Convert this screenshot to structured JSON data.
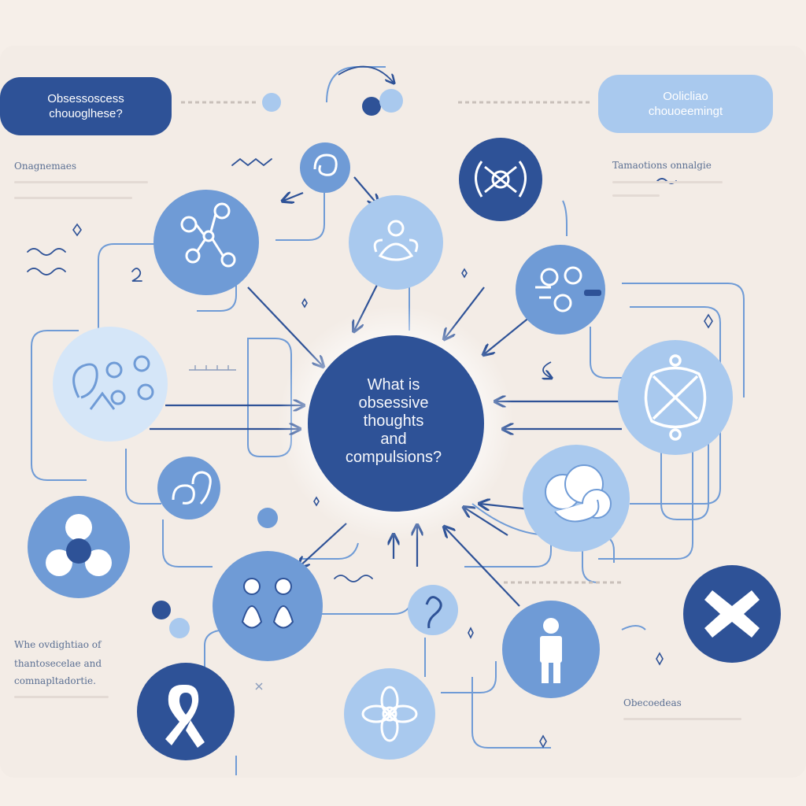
{
  "title": {
    "lines": [
      "What is",
      "obsessive",
      "thoughts",
      "and",
      "compulsions?"
    ]
  },
  "top_left_pill": {
    "line1": "Obsessoscess",
    "line2": "chouoglhese?"
  },
  "top_right_pill": {
    "line1": "Oolicliao",
    "line2": "chouoeemingt"
  },
  "left_label": "Onagnemaes",
  "right_label": "Tamaotions onnalgie",
  "bottom_left_note": {
    "line1": "Whe ovdightiao of",
    "line2": "thantosecelae and",
    "line3": "comnapltadortie."
  },
  "bottom_right_note": "Obecoedeas",
  "icons": [
    "network-icon",
    "knot-icon",
    "meditation-icon",
    "cross-brain-icon",
    "links-icon",
    "loop-node-icon",
    "puzzle-cross-icon",
    "flexible-link-icon",
    "cloud-brain-icon",
    "molecule-icon",
    "two-figures-icon",
    "ear-hook-icon",
    "person-icon",
    "x-mark-icon",
    "ribbon-icon",
    "flower-icon"
  ],
  "colors": {
    "dark_blue": "#2e5297",
    "mid_blue": "#6f9bd6",
    "light_blue": "#a9c9ee",
    "pale_blue": "#d5e6f8",
    "background": "#f3ece6"
  }
}
